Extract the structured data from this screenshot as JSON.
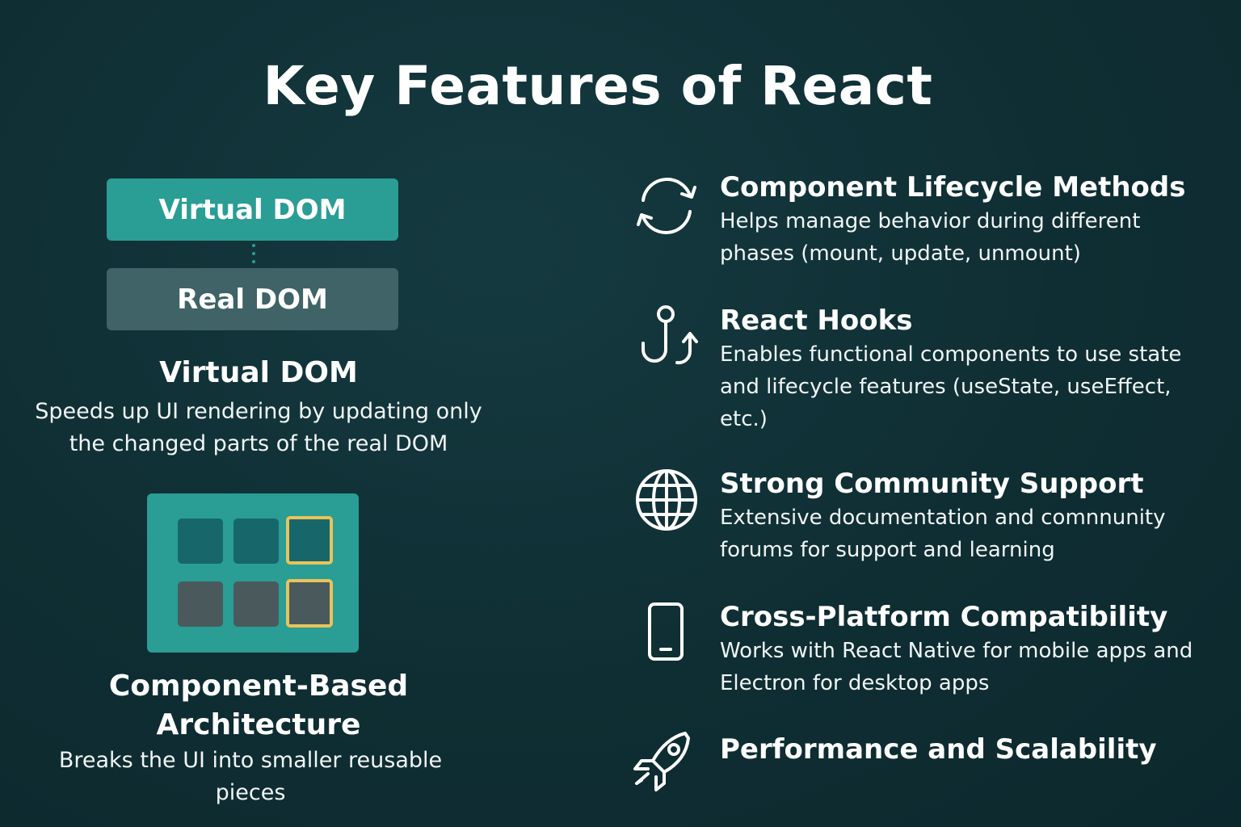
{
  "title": "Key Features of React",
  "virtual_dom": {
    "box_top": "Virtual DOM",
    "box_bottom": "Real DOM",
    "heading": "Virtual DOM",
    "description": "Speeds up UI rendering by updating only the changed parts of the real DOM"
  },
  "component_based": {
    "heading_line1": "Component-Based",
    "heading_line2": "Architecture",
    "description": "Breaks the UI into smaller reusable pieces"
  },
  "features": [
    {
      "icon": "refresh-cycle-icon",
      "title": "Component Lifecycle Methods",
      "description": "Helps manage behavior during different phases (mount, update, unmount)"
    },
    {
      "icon": "hook-icon",
      "title": "React Hooks",
      "description": "Enables functional components to use state and lifecycle features (useState, useEffect, etc.)"
    },
    {
      "icon": "globe-icon",
      "title": "Strong Community Support",
      "description": "Extensive documentation and comnnunity forums for support and learning"
    },
    {
      "icon": "smartphone-icon",
      "title": "Cross-Platform Compatibility",
      "description": "Works with React Native for mobile apps and Electron for desktop apps"
    },
    {
      "icon": "rocket-icon",
      "title": "Performance and Scalability",
      "description": ""
    }
  ],
  "colors": {
    "background": "#0f2e33",
    "teal": "#2a9d95",
    "slate": "#3f6366",
    "highlight": "#e9c35a"
  }
}
